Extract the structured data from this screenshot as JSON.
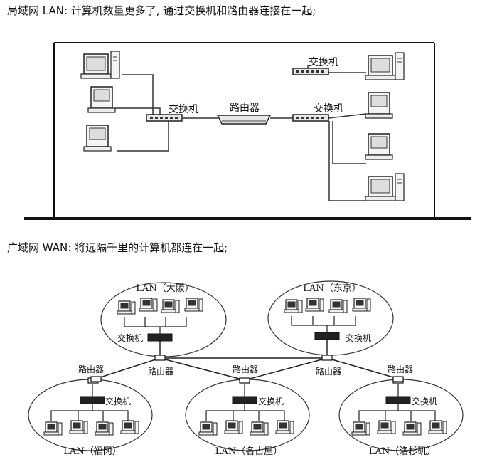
{
  "captions": {
    "lan": "局域网 LAN: 计算机数量更多了, 通过交换机和路由器连接在一起;",
    "wan": "广域网 WAN: 将远隔千里的计算机都连在一起;"
  },
  "lan_diagram": {
    "switch_left": "交换机",
    "router": "路由器",
    "switch_right_top": "交换机",
    "switch_right_bottom": "交换机"
  },
  "wan_diagram": {
    "lans": {
      "osaka": "LAN（大阪）",
      "tokyo": "LAN（东京）",
      "fukuoka": "LAN（福冈）",
      "nagoya": "LAN（名古屋）",
      "los_angeles": "LAN（洛杉矶）"
    },
    "switch_label": "交换机",
    "router_label": "路由器"
  }
}
